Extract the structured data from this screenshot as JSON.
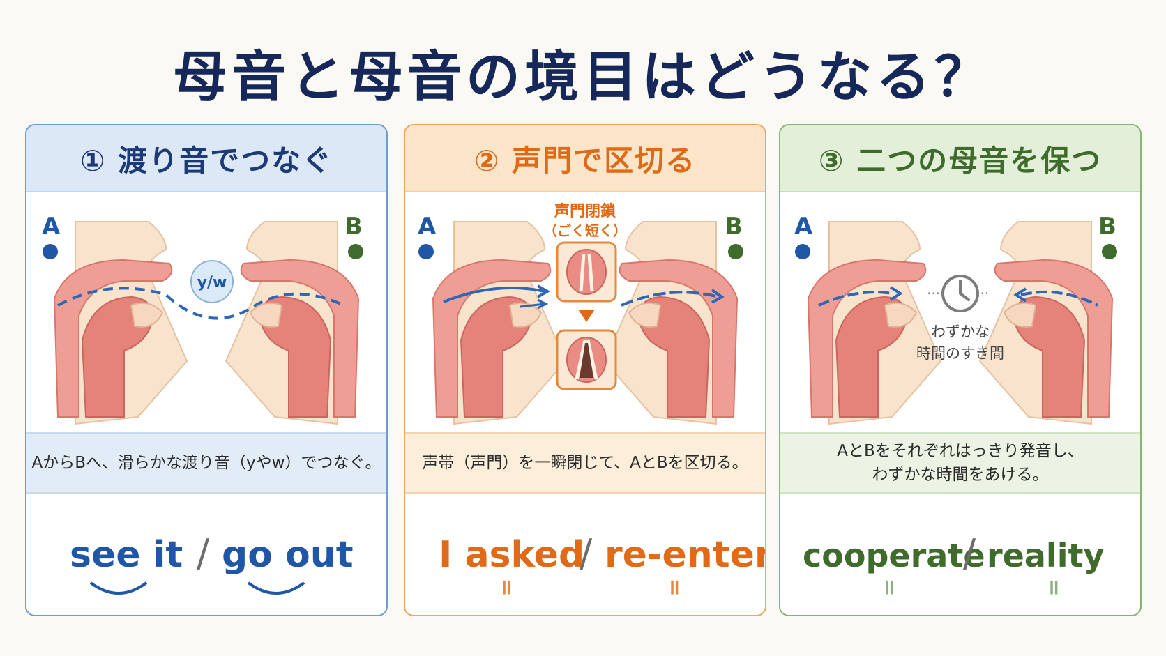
{
  "title": "母音と母音の境目はどうなる？",
  "panels": [
    {
      "heading": "① 渡り音でつなぐ",
      "label_a": "A",
      "label_b": "B",
      "glide": "y/w",
      "description": [
        "AからBへ、滑らかな渡り音（yやw）でつなぐ。"
      ],
      "example_left": "see it",
      "slash": "/",
      "example_right": "go out",
      "color": "#1f57a6"
    },
    {
      "heading": "② 声門で区切る",
      "label_a": "A",
      "label_b": "B",
      "glottal_label_1": "声門閉鎖",
      "glottal_label_2": "（ごく短く）",
      "description": [
        "声帯（声門）を一瞬閉じて、AとBを区切る。"
      ],
      "example_left": "I  asked",
      "slash": "/",
      "example_right": "re-enter",
      "marker": "॥",
      "color": "#e06a18"
    },
    {
      "heading": "③ 二つの母音を保つ",
      "label_a": "A",
      "label_b": "B",
      "gap_label_1": "わずかな",
      "gap_label_2": "時間のすき間",
      "description": [
        "AとBをそれぞれはっきり発音し、",
        "わずかな時間をあける。"
      ],
      "example_left": "cooperate",
      "slash": "/",
      "example_right": "reality",
      "marker": "॥",
      "color": "#3f6b2c"
    }
  ]
}
